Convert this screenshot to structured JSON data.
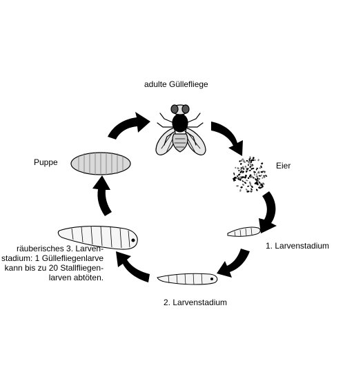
{
  "stages": {
    "adult": "adulte Güllefliege",
    "eggs": "Eier",
    "larva1": "1. Larvenstadium",
    "larva2": "2. Larvenstadium",
    "pupa": "Puppe",
    "larva3_lines": [
      "räuberisches 3. Larven-",
      "stadium: 1 Güllefliegenlarve",
      "kann bis zu 20 Stallfliegen-",
      "larven abtöten."
    ]
  },
  "colors": {
    "ink": "#000000",
    "background": "#ffffff",
    "shading": "#cfcfcf"
  }
}
